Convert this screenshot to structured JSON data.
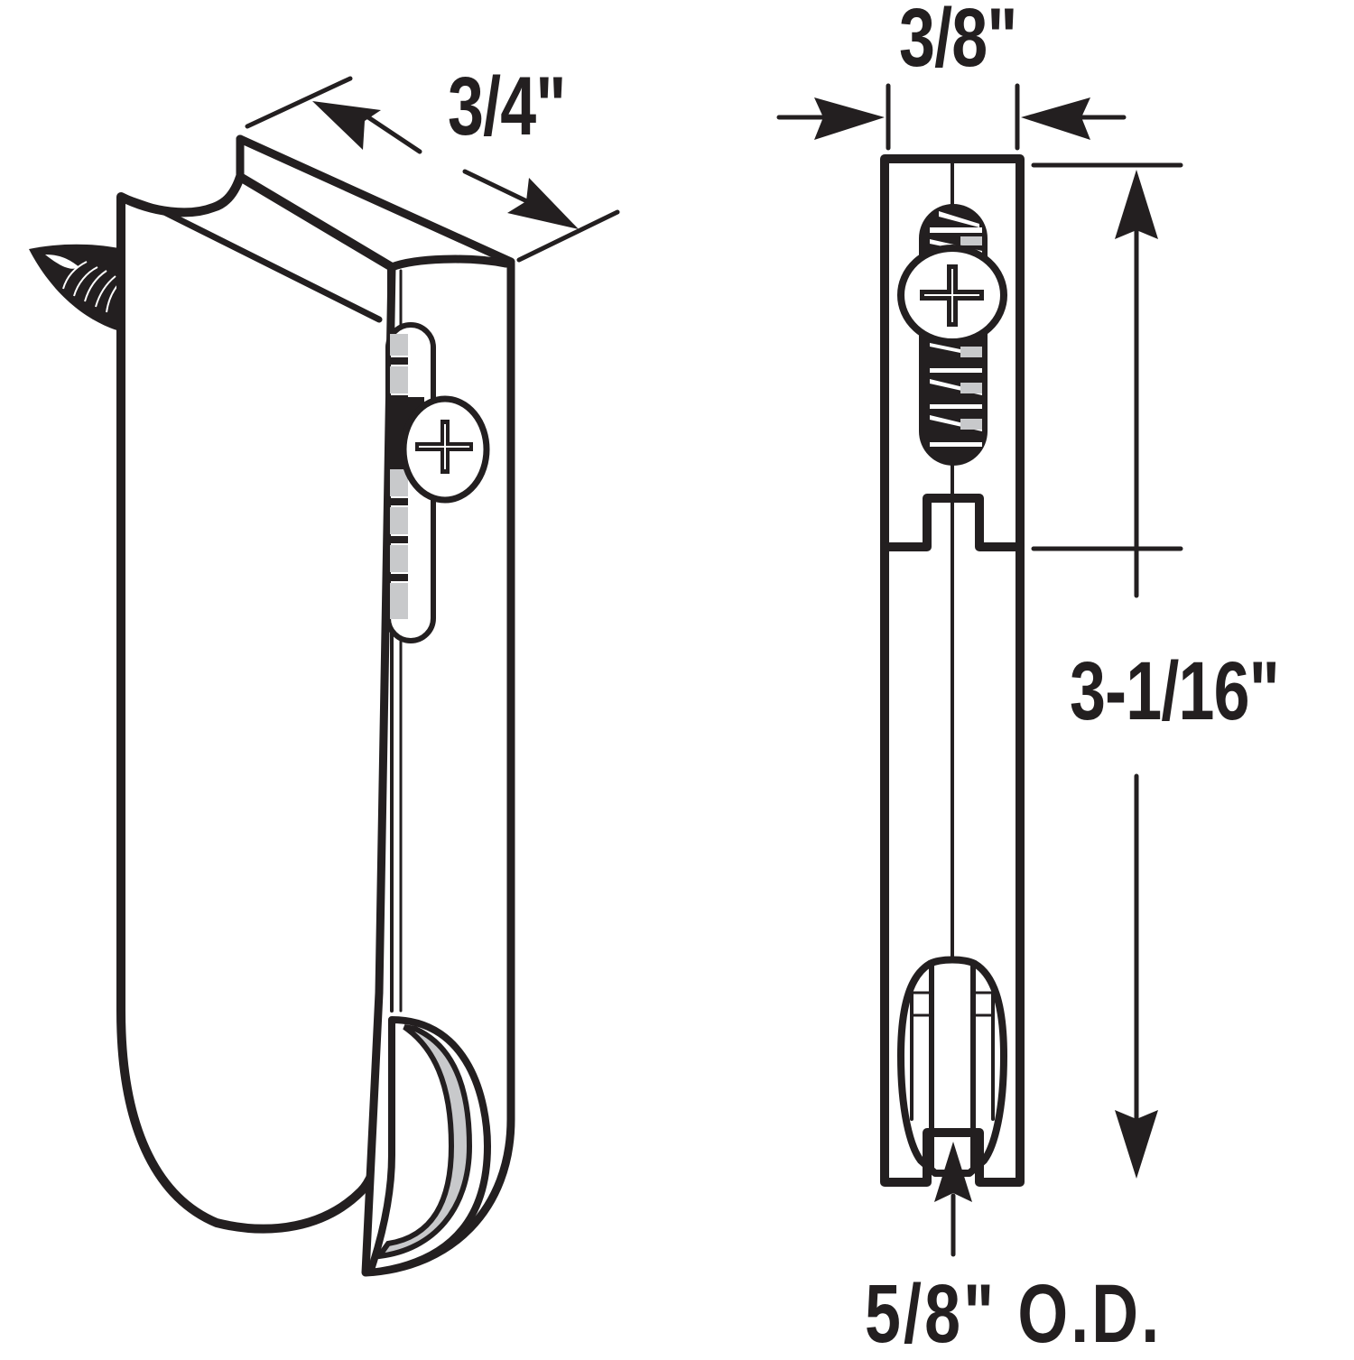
{
  "diagram": {
    "subject": "roller-assembly",
    "views": [
      {
        "name": "isometric-view",
        "parts": [
          "housing",
          "adjustment-screw",
          "mounting-screw",
          "roller-wheel"
        ]
      },
      {
        "name": "front-view",
        "parts": [
          "housing",
          "adjustment-screw",
          "roller-wheel"
        ]
      }
    ],
    "dimensions": {
      "depth": "3/4\"",
      "width": "3/8\"",
      "height": "3-1/16\"",
      "wheel": "5/8\" O.D."
    },
    "colors": {
      "ink": "#231f20",
      "shade": "#c8c9cb",
      "background": "#ffffff"
    }
  }
}
